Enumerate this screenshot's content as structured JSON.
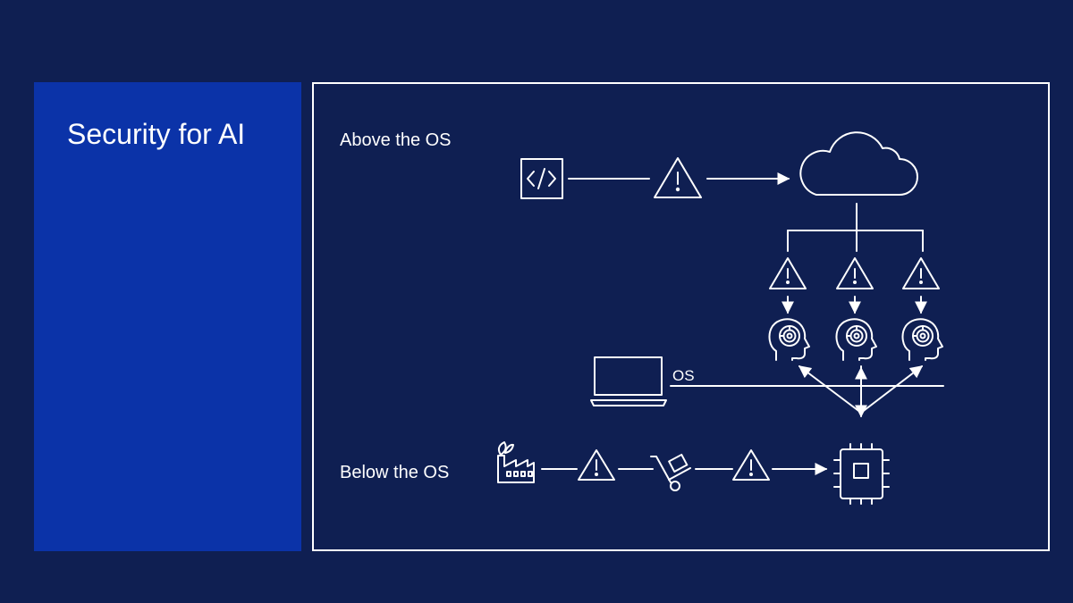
{
  "sidebar": {
    "title": "Security for AI"
  },
  "diagram": {
    "above_label": "Above the OS",
    "below_label": "Below the OS",
    "os_label": "OS"
  },
  "colors": {
    "background": "#0f1f52",
    "panel": "#0b33a8",
    "stroke": "#ffffff"
  },
  "icons": [
    "code-icon",
    "warning-icon",
    "cloud-icon",
    "ai-head-icon",
    "laptop-icon",
    "factory-icon",
    "hand-truck-icon",
    "chip-icon"
  ]
}
